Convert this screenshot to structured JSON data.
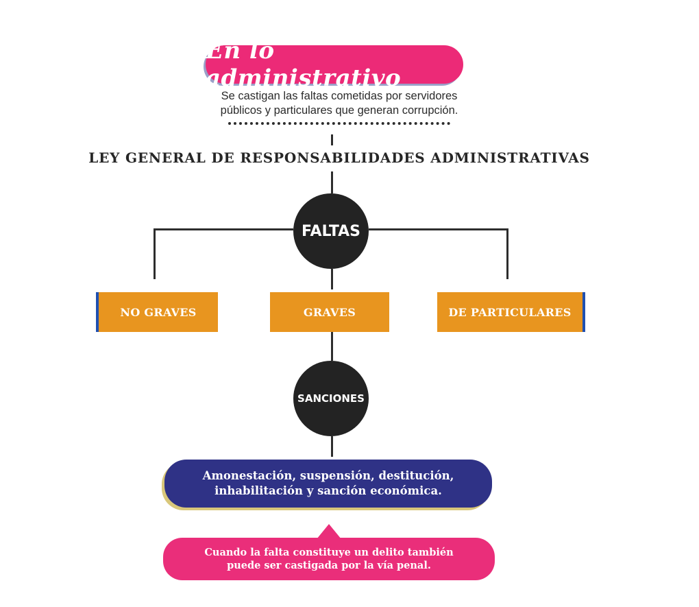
{
  "title": "En lo administrativo",
  "subtitle_lines": [
    "Se castigan las faltas cometidas por servidores",
    "públicos y particulares que generan corrupción."
  ],
  "law": "LEY GENERAL DE RESPONSABILIDADES ADMINISTRATIVAS",
  "faltas_label": "FALTAS",
  "categories": [
    "NO GRAVES",
    "GRAVES",
    "DE PARTICULARES"
  ],
  "sanciones_label": "SANCIONES",
  "sanctions_lines": [
    "Amonestación, suspensión, destitución,",
    "inhabilitación y sanción económica."
  ],
  "note_lines": [
    "Cuando la falta constituye un delito también",
    "puede ser castigada por la vía penal."
  ],
  "colors": {
    "pink": "#ec2a77",
    "orange": "#e8951f",
    "navy": "#2f3286",
    "dark": "#232323"
  }
}
